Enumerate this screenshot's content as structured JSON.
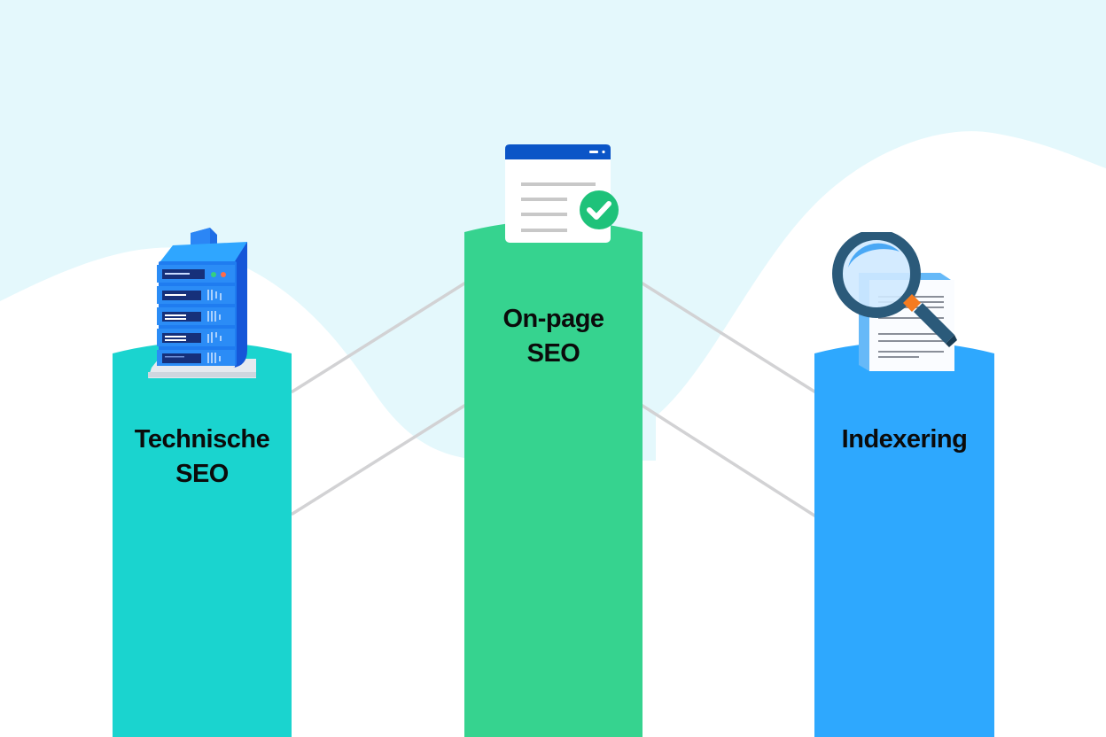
{
  "diagram": {
    "type": "three-pillar-concept",
    "colors": {
      "background_sky": "#e4f8fc",
      "background_hill": "#ffffff",
      "connector": "#d2d2d4",
      "pillar_left": "#1ad4cf",
      "pillar_middle": "#36d38f",
      "pillar_right": "#2ea8fe"
    },
    "pillars": [
      {
        "id": "technical",
        "label_line1": "Technische",
        "label_line2": "SEO",
        "icon": "server-rack-icon",
        "color": "#1ad4cf"
      },
      {
        "id": "onpage",
        "label_line1": "On-page",
        "label_line2": "SEO",
        "icon": "document-check-icon",
        "color": "#36d38f"
      },
      {
        "id": "indexing",
        "label_line1": "Indexering",
        "label_line2": "",
        "icon": "magnifier-document-icon",
        "color": "#2ea8fe"
      }
    ],
    "connections": [
      {
        "from": "technical",
        "to": "onpage",
        "count": 2
      },
      {
        "from": "onpage",
        "to": "indexing",
        "count": 2
      }
    ]
  }
}
